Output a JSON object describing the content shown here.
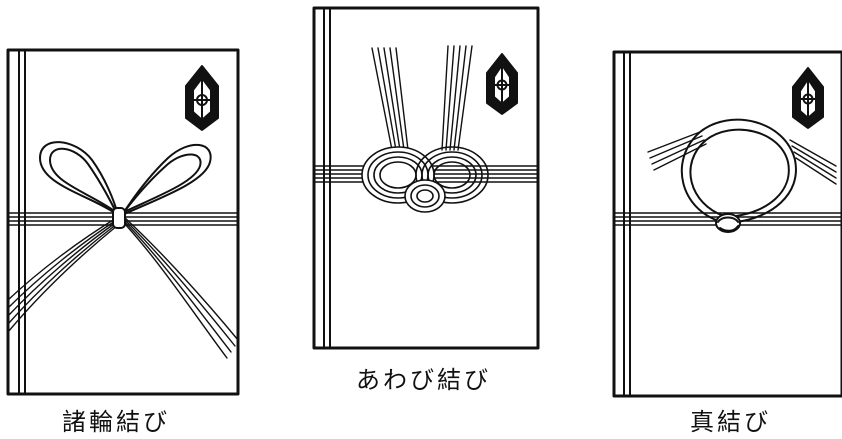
{
  "envelopes": [
    {
      "id": "morowa",
      "caption": "諸輪結び",
      "knot": "bow"
    },
    {
      "id": "awaji",
      "caption": "あわび結び",
      "knot": "awaji"
    },
    {
      "id": "ma",
      "caption": "真結び",
      "knot": "loop"
    }
  ],
  "colors": {
    "ink": "#111111",
    "paper": "#ffffff"
  },
  "icons": {
    "noshi": "noshi-ornament-icon"
  }
}
